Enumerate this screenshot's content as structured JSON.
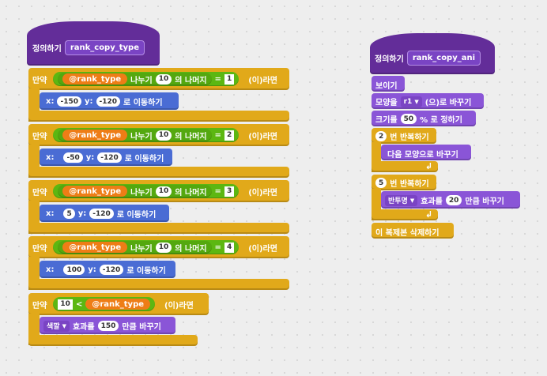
{
  "left_script": {
    "define_label": "정의하기",
    "define_name": "rank_copy_type",
    "if_label": "만약",
    "if_suffix": "(이)라면",
    "mod_word1": "나누기",
    "mod_word2": "의 나머지",
    "eq_sign": "=",
    "ifs": [
      {
        "var": "@rank_type",
        "divisor": "10",
        "rhs": "1",
        "x_label": "x:",
        "x": "-150",
        "y_label": "y:",
        "y": "-120",
        "move": "로 이동하기"
      },
      {
        "var": "@rank_type",
        "divisor": "10",
        "rhs": "2",
        "x_label": "x:",
        "x": "-50",
        "y_label": "y:",
        "y": "-120",
        "move": "로 이동하기"
      },
      {
        "var": "@rank_type",
        "divisor": "10",
        "rhs": "3",
        "x_label": "x:",
        "x": "5",
        "y_label": "y:",
        "y": "-120",
        "move": "로 이동하기"
      },
      {
        "var": "@rank_type",
        "divisor": "10",
        "rhs": "4",
        "x_label": "x:",
        "x": "100",
        "y_label": "y:",
        "y": "-120",
        "move": "로 이동하기"
      }
    ],
    "last_if": {
      "lhs": "10",
      "lt": "<",
      "var": "@rank_type"
    },
    "effect_dd": "색깔",
    "effect_text1": "효과를",
    "effect_value": "150",
    "effect_text2": "만큼 바꾸기"
  },
  "right_script": {
    "define_label": "정의하기",
    "define_name": "rank_copy_ani",
    "show": "보이기",
    "costume_prefix": "모양을",
    "costume_dd": "r1",
    "costume_suffix": "(으)로 바꾸기",
    "size_prefix": "크기를",
    "size_value": "50",
    "size_suffix": "% 로 정하기",
    "repeat1_count": "2",
    "repeat_label": "번 반복하기",
    "next_costume": "다음 모양으로 바꾸기",
    "repeat2_count": "5",
    "ghost_dd": "반투명",
    "ghost_text1": "효과를",
    "ghost_value": "20",
    "ghost_text2": "만큼 바꾸기",
    "delete_clone": "이 복제본 삭제하기"
  }
}
